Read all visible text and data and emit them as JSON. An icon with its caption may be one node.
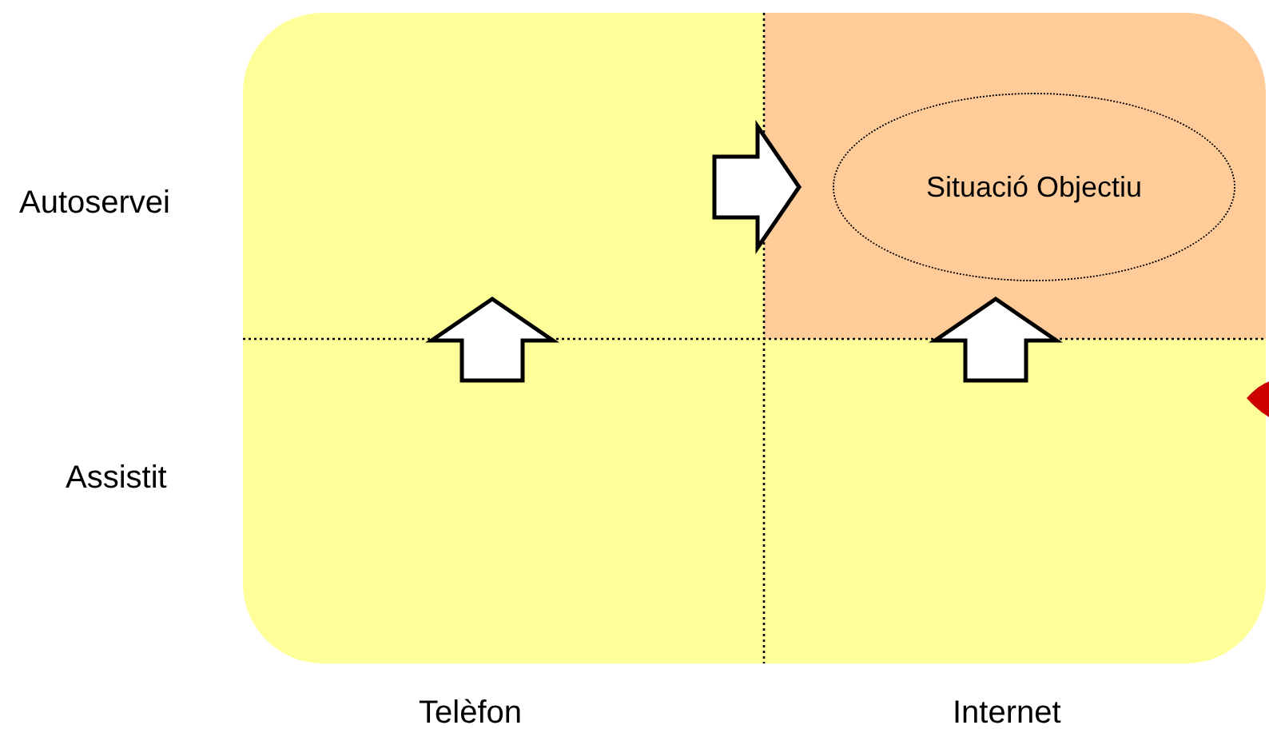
{
  "diagram": {
    "nodes": [
      {
        "text": [],
        "shape": "box"
      },
      {
        "text": [],
        "shape": "box"
      },
      {
        "text": [
          "Situació Objectiu"
        ],
        "in": 1
      },
      {
        "text": [],
        "shape": "box"
      },
      {
        "text": [],
        "shape": "box"
      }
    ],
    "edges": [
      {
        "from": 3,
        "to": 0,
        "arrow": "to"
      },
      {
        "from": 0,
        "to": 1,
        "arrow": "to"
      },
      {
        "from": 4,
        "to": 1,
        "arrow": "to"
      }
    ],
    "labels": [
      "Autoservei",
      "Assistit",
      "Telèfon",
      "Internet"
    ]
  }
}
